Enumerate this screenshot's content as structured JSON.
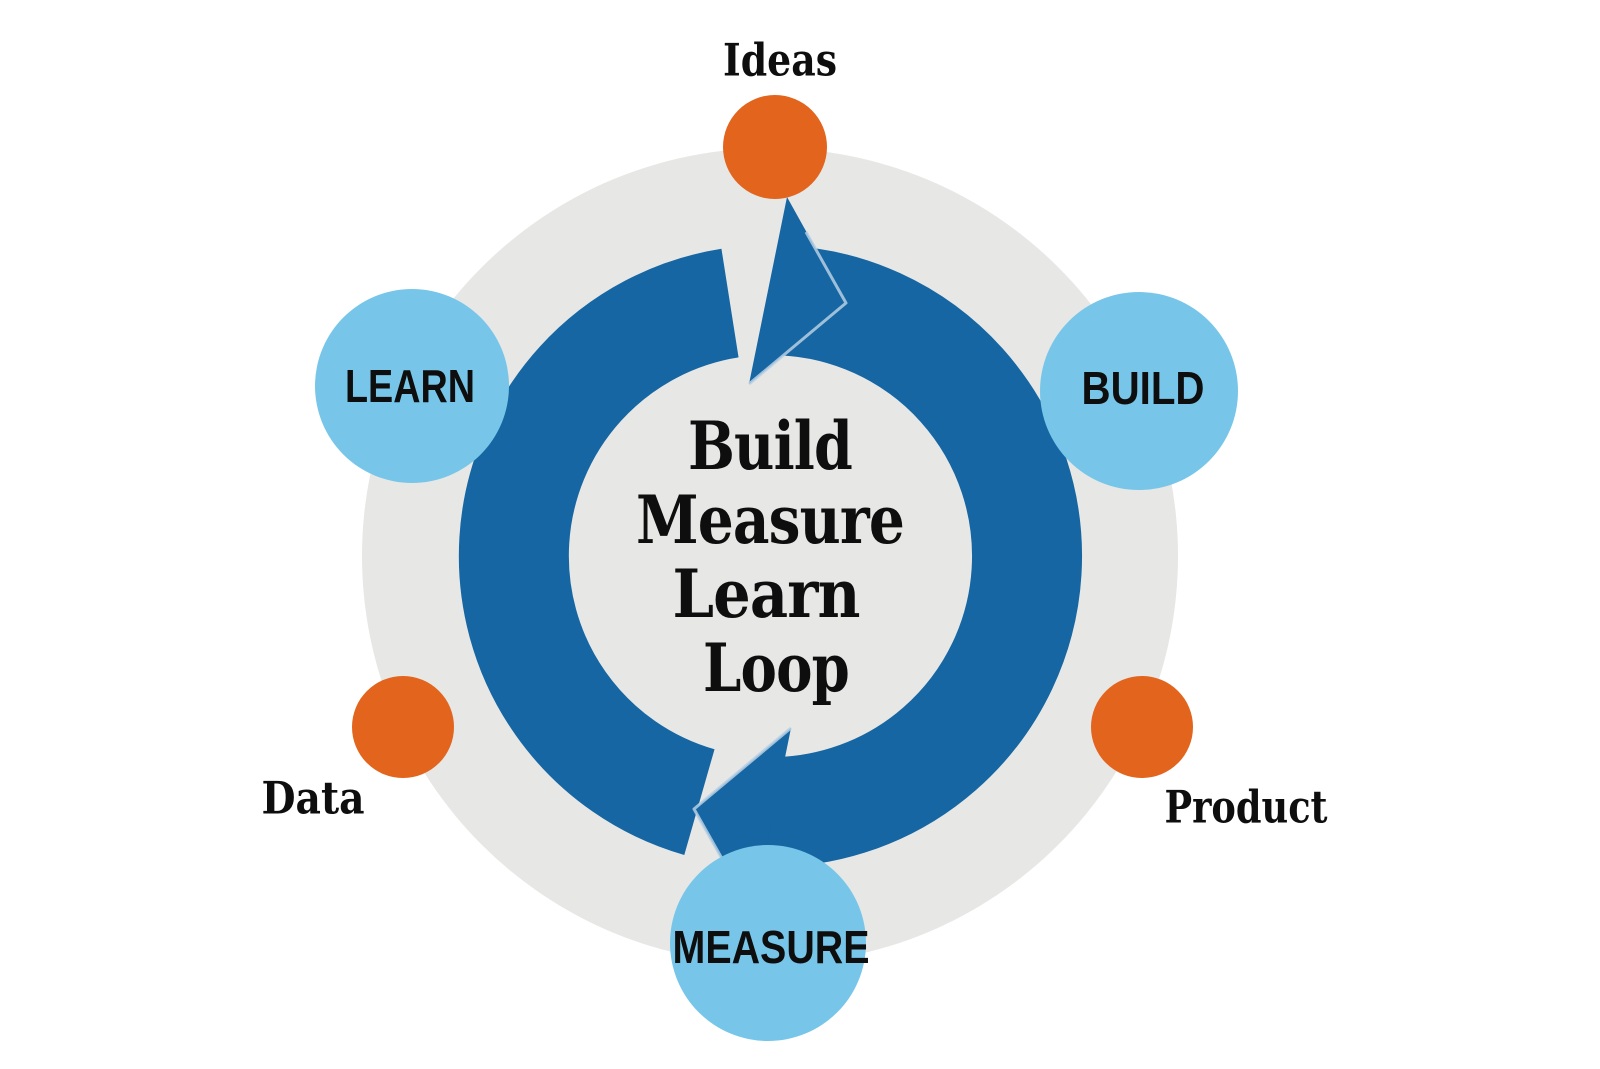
{
  "diagram": {
    "center_title": {
      "line1": "Build",
      "line2": "Measure",
      "line3": "Learn",
      "line4": "Loop"
    },
    "stages": {
      "learn": "LEARN",
      "build": "BUILD",
      "measure": "MEASURE"
    },
    "artifacts": {
      "ideas": "Ideas",
      "data": "Data",
      "product": "Product"
    }
  },
  "colors": {
    "ring_blue": "#1566A2",
    "stage_blue": "#77C6E9",
    "artifact_orange": "#E2641D",
    "background_circle_gray": "#E7E7E6",
    "seam_light": "#B6CFE4",
    "text_dark": "#0E0E0E"
  }
}
